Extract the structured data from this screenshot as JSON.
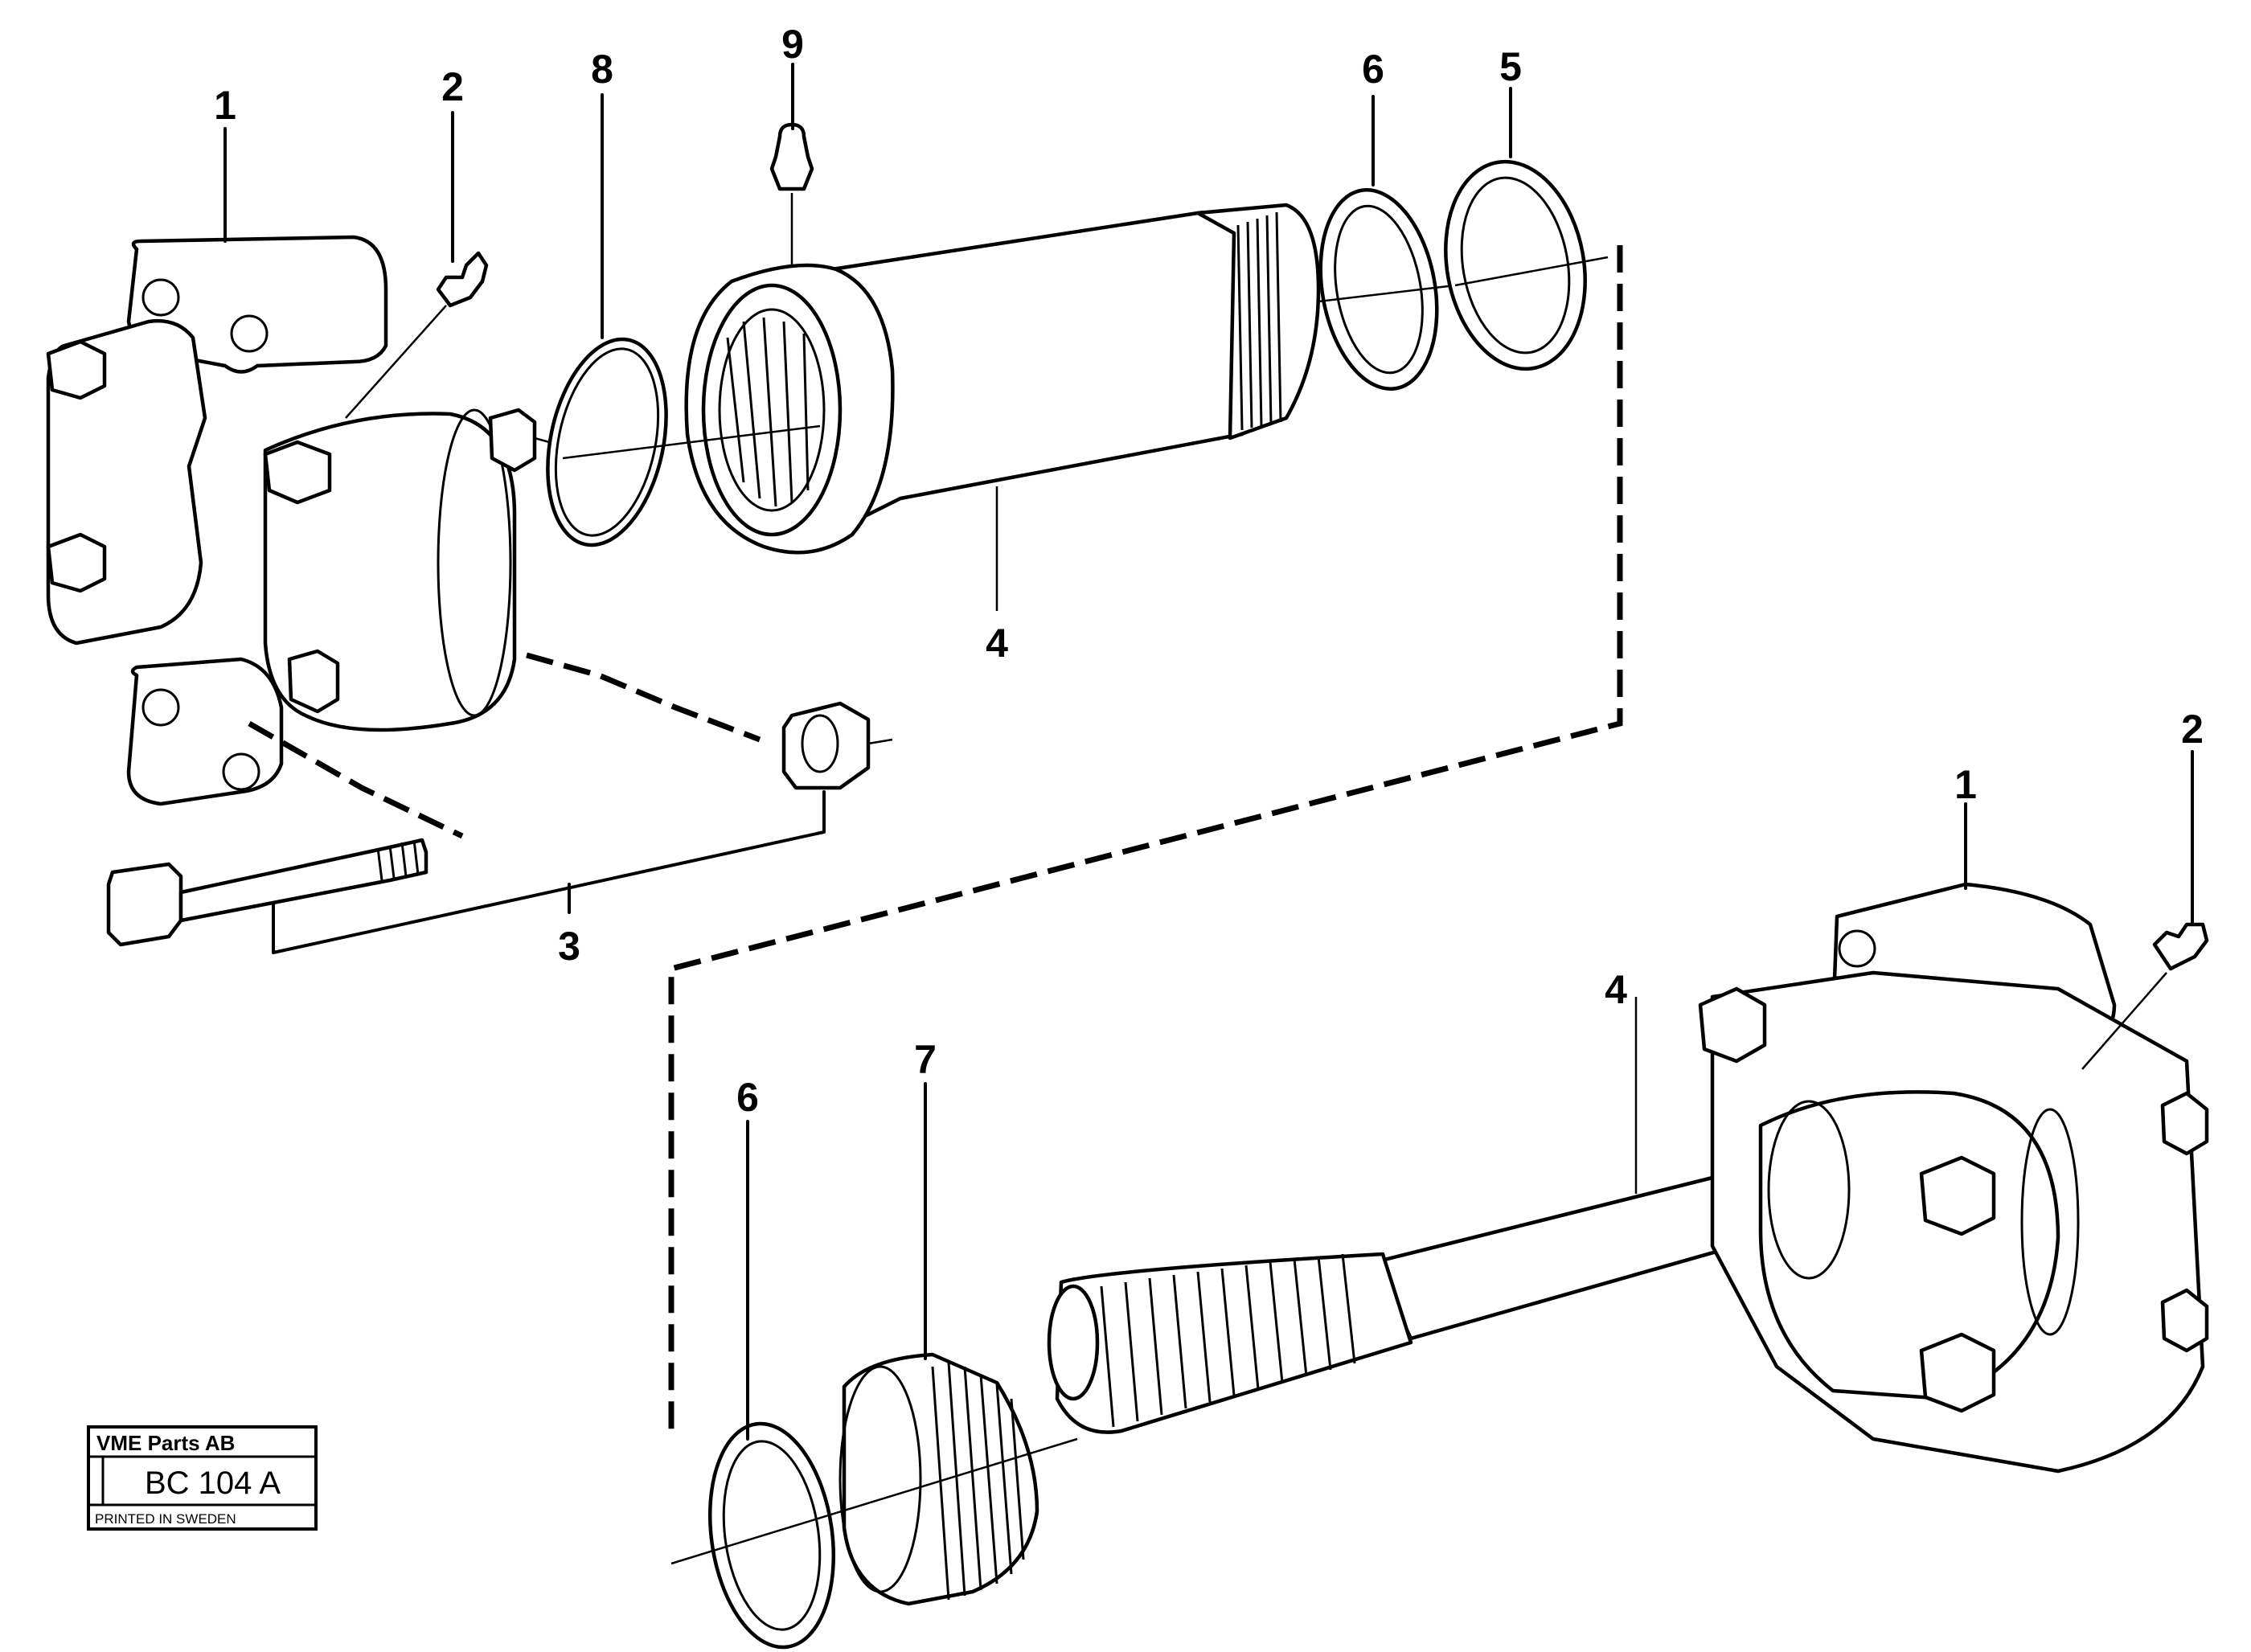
{
  "callouts": {
    "top_1": "1",
    "top_2": "2",
    "top_8": "8",
    "top_9": "9",
    "top_6": "6",
    "top_5": "5",
    "top_4": "4",
    "top_3": "3",
    "bottom_1": "1",
    "bottom_2": "2",
    "bottom_4": "4",
    "bottom_7": "7",
    "bottom_6": "6"
  },
  "stamp": {
    "company": "VME Parts AB",
    "code": "BC 104 A",
    "printed": "PRINTED IN SWEDEN"
  }
}
